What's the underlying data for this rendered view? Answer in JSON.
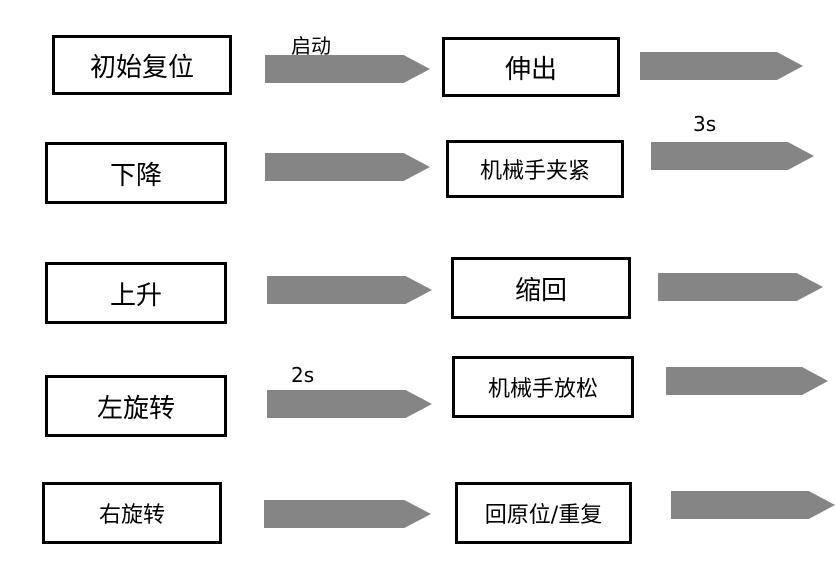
{
  "flowchart": {
    "steps": {
      "reset": "初始复位",
      "extend": "伸出",
      "lower": "下降",
      "clamp": "机械手夹紧",
      "raise": "上升",
      "retract": "缩回",
      "rotate_left": "左旋转",
      "release": "机械手放松",
      "rotate_right": "右旋转",
      "return_repeat": "回原位/重复"
    },
    "conditions": {
      "start": "启动",
      "delay_3s": "3s",
      "delay_2s": "2s"
    }
  },
  "colors": {
    "arrow": "#858585",
    "box_border": "#000000"
  }
}
